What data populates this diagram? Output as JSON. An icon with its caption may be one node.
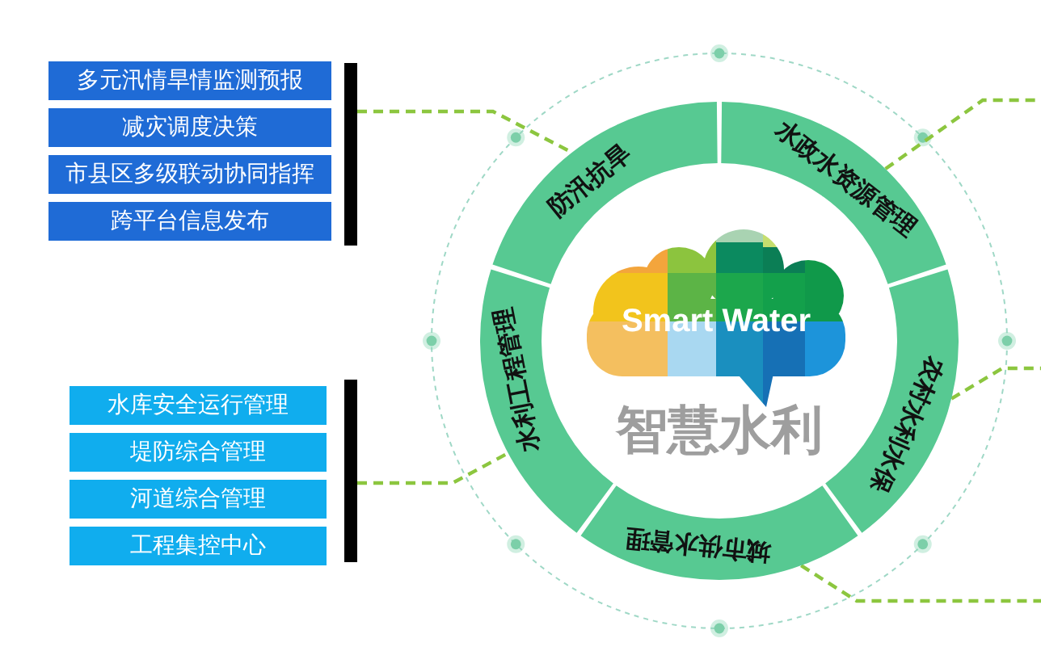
{
  "diagram": {
    "nodes": [
      {
        "text": [
          "多元汛情旱情监测预报"
        ]
      },
      {
        "text": [
          "减灾调度决策"
        ]
      },
      {
        "text": [
          "市县区多级联动协同指挥"
        ]
      },
      {
        "text": [
          "跨平台信息发布"
        ]
      },
      {
        "text": [],
        "shape": "bar"
      },
      {
        "text": [
          "水库安全运行管理"
        ]
      },
      {
        "text": [
          "堤防综合管理"
        ]
      },
      {
        "text": [
          "河道综合管理"
        ]
      },
      {
        "text": [
          "工程集控中心"
        ]
      },
      {
        "text": [],
        "shape": "bar"
      },
      {
        "text": [
          "防汛抗旱"
        ]
      },
      {
        "text": [
          "水政水资源管理"
        ]
      },
      {
        "text": [
          "农村水利水保"
        ]
      },
      {
        "text": [
          "城市供水管理"
        ]
      },
      {
        "text": [
          "水利工程管理"
        ]
      },
      {
        "text": [
          "Smart Water"
        ],
        "beside": [
          "智慧水利"
        ]
      }
    ],
    "edges": [
      {
        "from": 4,
        "to": 10,
        "arrow": "none",
        "style": "dashed"
      },
      {
        "from": 9,
        "to": 14,
        "arrow": "none",
        "style": "dashed"
      },
      {
        "from": 11,
        "to": null,
        "arrow": "none",
        "style": "dashed"
      },
      {
        "from": 12,
        "to": null,
        "arrow": "none",
        "style": "dashed"
      },
      {
        "from": 13,
        "to": null,
        "arrow": "none",
        "style": "dashed"
      }
    ]
  }
}
